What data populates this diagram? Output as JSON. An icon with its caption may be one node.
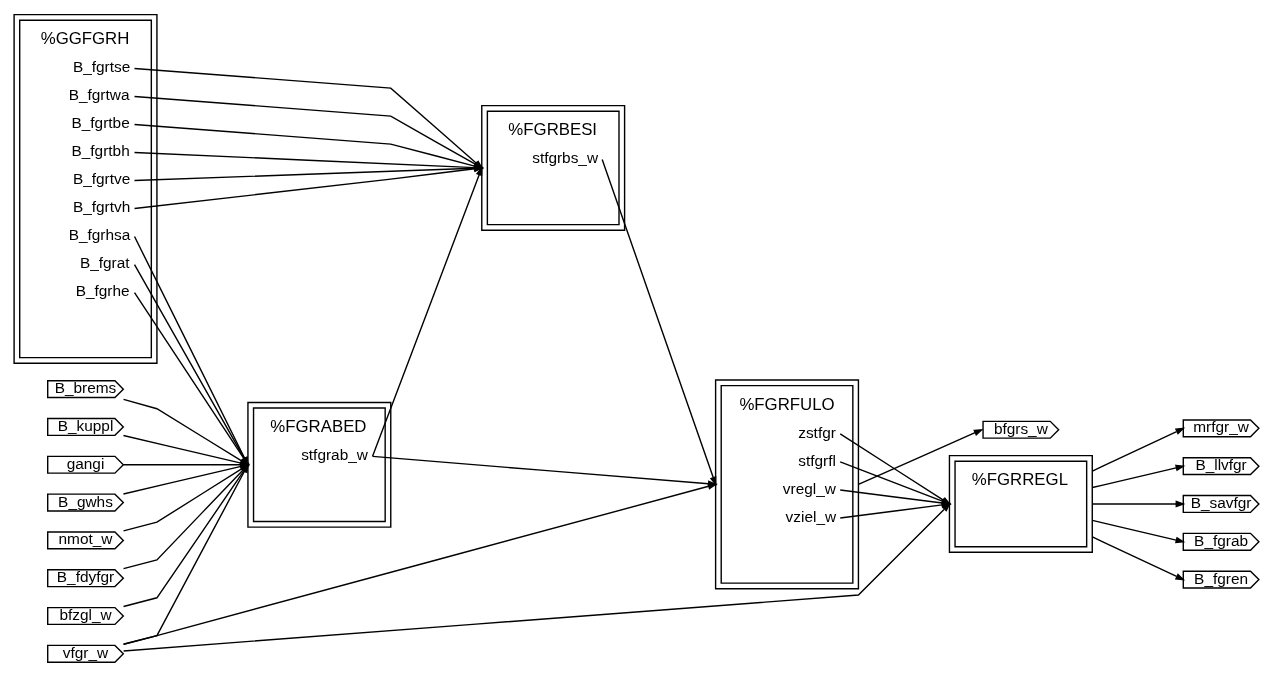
{
  "diagram": {
    "nodes": [
      {
        "text": [
          "%GGFGRH",
          "B_fgrtse",
          "B_fgrtwa",
          "B_fgrtbe",
          "B_fgrtbh",
          "B_fgrtve",
          "B_fgrtvh",
          "B_fgrhsa",
          "B_fgrat",
          "B_fgrhe"
        ]
      },
      {
        "text": [
          "%FGRBESI",
          "stfgrbs_w"
        ]
      },
      {
        "text": [
          "%FGRABED",
          "stfgrab_w"
        ]
      },
      {
        "text": [
          "%FGRFULO",
          "zstfgr",
          "stfgrfl",
          "vregl_w",
          "vziel_w"
        ]
      },
      {
        "text": [
          "bfgrs_w"
        ]
      },
      {
        "text": [
          "%FGRREGL"
        ]
      },
      {
        "text": [
          "B_brems"
        ]
      },
      {
        "text": [
          "B_kuppl"
        ]
      },
      {
        "text": [
          "gangi"
        ]
      },
      {
        "text": [
          "B_gwhs"
        ]
      },
      {
        "text": [
          "nmot_w"
        ]
      },
      {
        "text": [
          "B_fdyfgr"
        ]
      },
      {
        "text": [
          "bfzgl_w"
        ]
      },
      {
        "text": [
          "mrfgr_w"
        ]
      },
      {
        "text": [
          "B_llvfgr"
        ]
      },
      {
        "text": [
          "B_savfgr"
        ]
      },
      {
        "text": [
          "B_fgrab"
        ]
      },
      {
        "text": [
          "B_fgren"
        ]
      },
      {
        "text": [
          "vfgr_w"
        ]
      }
    ],
    "edges": [
      {
        "from": 0,
        "to": 1,
        "arrow": "to"
      },
      {
        "from": 0,
        "to": 1,
        "arrow": "to"
      },
      {
        "from": 0,
        "to": 1,
        "arrow": "to"
      },
      {
        "from": 0,
        "to": 1,
        "arrow": "to"
      },
      {
        "from": 0,
        "to": 1,
        "arrow": "to"
      },
      {
        "from": 0,
        "to": 1,
        "arrow": "to"
      },
      {
        "from": 0,
        "to": 2,
        "arrow": "to"
      },
      {
        "from": 0,
        "to": 2,
        "arrow": "to"
      },
      {
        "from": 0,
        "to": 2,
        "arrow": "to"
      },
      {
        "from": 6,
        "to": 2,
        "arrow": "to"
      },
      {
        "from": 7,
        "to": 2,
        "arrow": "to"
      },
      {
        "from": 8,
        "to": 2,
        "arrow": "to"
      },
      {
        "from": 9,
        "to": 2,
        "arrow": "to"
      },
      {
        "from": 10,
        "to": 2,
        "arrow": "to"
      },
      {
        "from": 11,
        "to": 2,
        "arrow": "to"
      },
      {
        "from": 12,
        "to": 2,
        "arrow": "to"
      },
      {
        "from": 18,
        "to": 2,
        "arrow": "to"
      },
      {
        "from": 2,
        "to": 1,
        "arrow": "to"
      },
      {
        "from": 2,
        "to": 3,
        "arrow": "to"
      },
      {
        "from": 1,
        "to": 3,
        "arrow": "to"
      },
      {
        "from": 18,
        "to": 3,
        "arrow": "to"
      },
      {
        "from": 3,
        "to": 4,
        "arrow": "to"
      },
      {
        "from": 3,
        "to": 5,
        "arrow": "to"
      },
      {
        "from": 3,
        "to": 5,
        "arrow": "to"
      },
      {
        "from": 3,
        "to": 5,
        "arrow": "to"
      },
      {
        "from": 3,
        "to": 5,
        "arrow": "to"
      },
      {
        "from": 18,
        "to": 5,
        "arrow": "to"
      },
      {
        "from": 5,
        "to": 13,
        "arrow": "to"
      },
      {
        "from": 5,
        "to": 14,
        "arrow": "to"
      },
      {
        "from": 5,
        "to": 15,
        "arrow": "to"
      },
      {
        "from": 5,
        "to": 16,
        "arrow": "to"
      },
      {
        "from": 5,
        "to": 17,
        "arrow": "to"
      }
    ]
  }
}
